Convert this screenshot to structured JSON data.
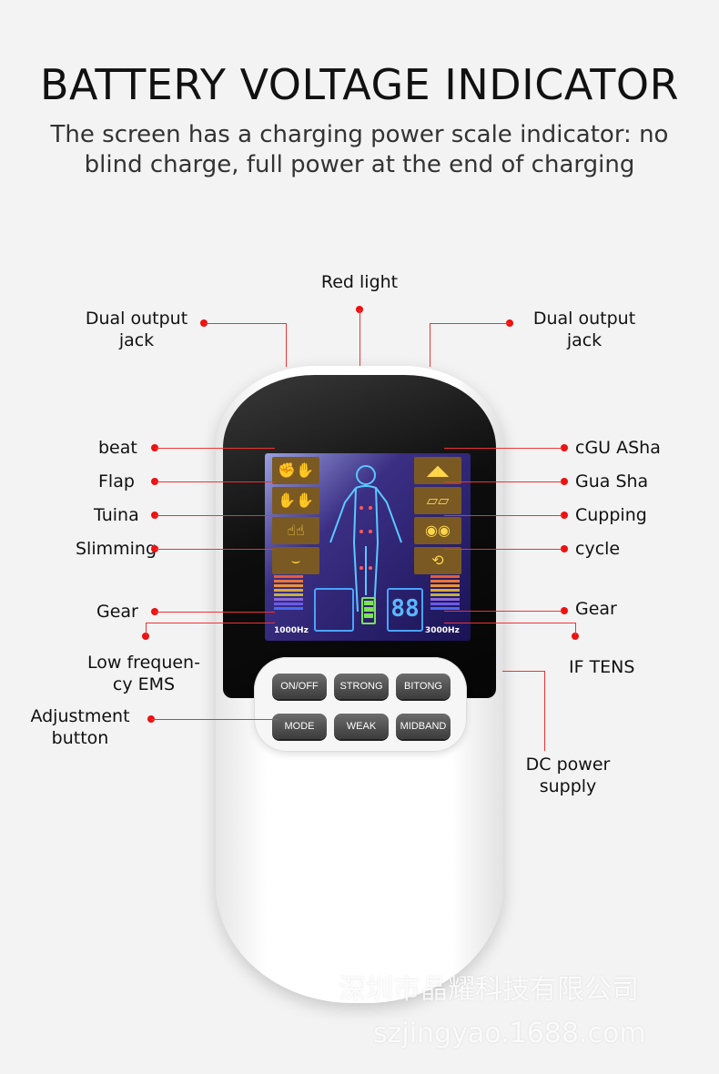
{
  "header": {
    "title": "BATTERY VOLTAGE INDICATOR",
    "subtitle": "The screen has a charging power scale indicator: no blind charge, full power at the end of charging"
  },
  "callouts": {
    "red_light": "Red light",
    "dual_output_left": "Dual output jack",
    "dual_output_right": "Dual output jack",
    "beat": "beat",
    "flap": "Flap",
    "tuina": "Tuina",
    "slimming": "Slimming",
    "cgu_asha": "cGU ASha",
    "gua_sha": "Gua Sha",
    "cupping": "Cupping",
    "cycle": "cycle",
    "gear_left": "Gear",
    "gear_right": "Gear",
    "low_freq": "Low frequen-cy EMS",
    "if_tens": "IF TENS",
    "adjustment": "Adjustment button",
    "dc_power": "DC power supply"
  },
  "screen": {
    "freq_left": "1000Hz",
    "freq_right": "3000Hz",
    "level_display": "88"
  },
  "buttons": {
    "on_off": "ON/OFF",
    "strong": "STRONG",
    "bitong": "BITONG",
    "mode": "MODE",
    "weak": "WEAK",
    "midband": "MIDBAND"
  },
  "watermark": {
    "company": "深圳市晶耀科技有限公司",
    "site": "szjingyao.1688.com"
  },
  "colors": {
    "callout_line": "#ee3333",
    "lcd_icon": "#ffd54a",
    "lcd_accent": "#4aa3ff"
  }
}
